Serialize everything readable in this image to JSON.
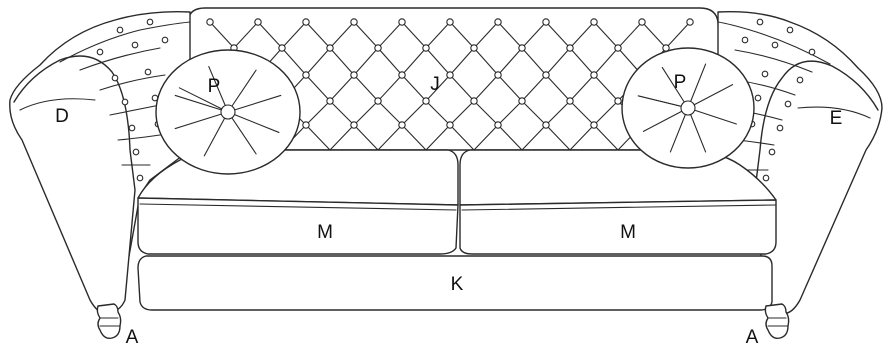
{
  "labels": {
    "foot_left": "A",
    "foot_right": "A",
    "arm_left": "D",
    "arm_right": "E",
    "back": "J",
    "base": "K",
    "seat_left": "M",
    "seat_right": "M",
    "pillow_left": "P",
    "pillow_right": "P"
  }
}
